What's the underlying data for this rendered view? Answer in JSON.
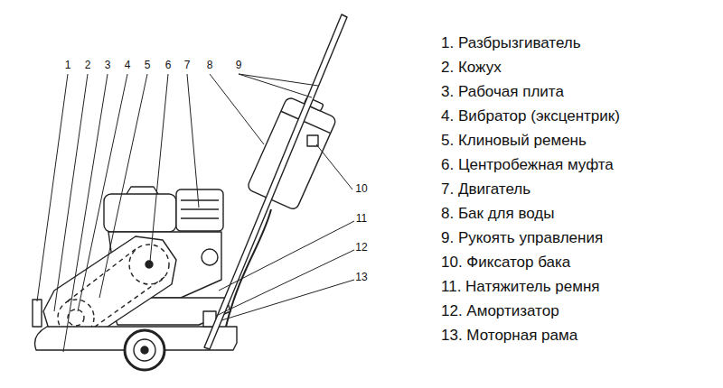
{
  "diagram": {
    "labels": [
      "1",
      "2",
      "3",
      "4",
      "5",
      "6",
      "7",
      "8",
      "9",
      "10",
      "11",
      "12",
      "13",
      "1. Разбрызгиватель",
      "2. Кожух",
      "3. Рабочая плита",
      "4. Вибратор (эксцентрик)",
      "5. Клиновый ремень",
      "6. Центробежная муфта",
      "7. Двигатель",
      "8. Бак для воды",
      "9. Рукоять управления",
      "10. Фиксатор бака",
      "11. Натяжитель ремня",
      "12. Амортизатор",
      "13. Моторная рама"
    ]
  }
}
